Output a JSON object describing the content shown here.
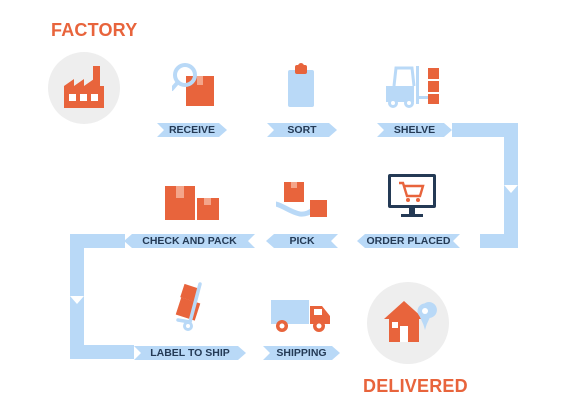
{
  "titles": {
    "start": "FACTORY",
    "end": "DELIVERED"
  },
  "steps": [
    {
      "label": "RECEIVE",
      "icon": "receive-box-magnifier-icon"
    },
    {
      "label": "SORT",
      "icon": "clipboard-icon"
    },
    {
      "label": "SHELVE",
      "icon": "forklift-icon"
    },
    {
      "label": "ORDER PLACED",
      "icon": "computer-cart-icon"
    },
    {
      "label": "PICK",
      "icon": "hand-box-icon"
    },
    {
      "label": "CHECK AND PACK",
      "icon": "boxes-icon"
    },
    {
      "label": "LABEL TO SHIP",
      "icon": "hand-truck-icon"
    },
    {
      "label": "SHIPPING",
      "icon": "delivery-truck-icon"
    }
  ],
  "colors": {
    "accent": "#e8643c",
    "ribbon": "#b9d9f7",
    "circle": "#eeeeee",
    "text": "#243a55"
  }
}
